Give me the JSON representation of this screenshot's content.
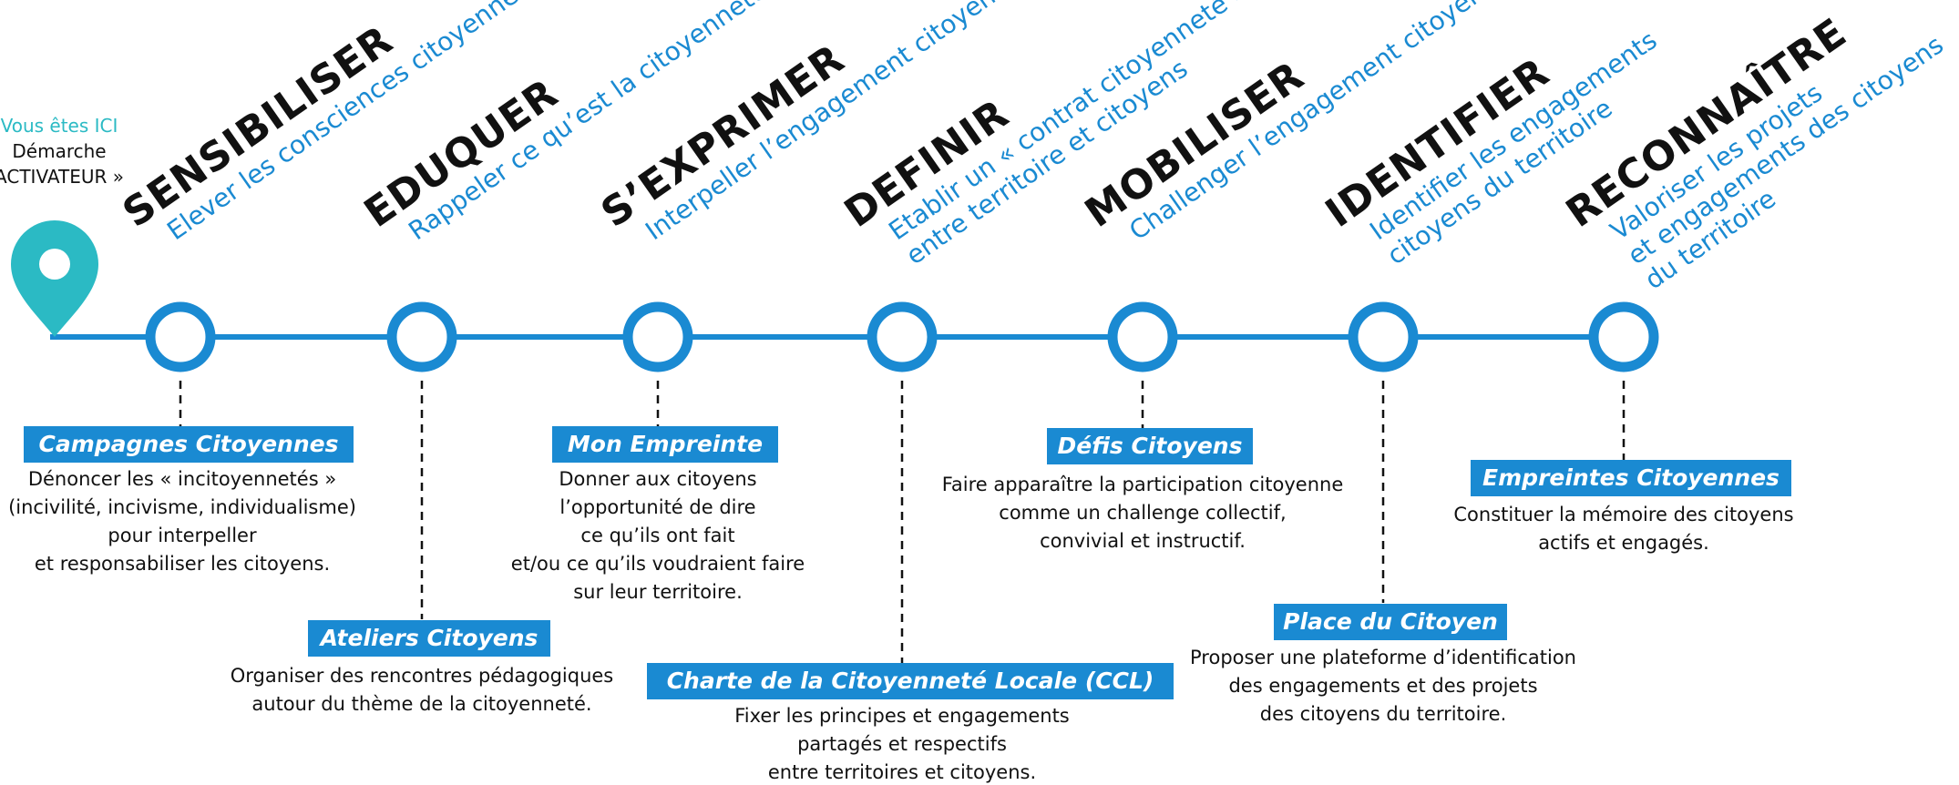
{
  "pin": {
    "line1": "Vous êtes ICI",
    "line2": "Démarche",
    "line3": "ACTIVATEUR »"
  },
  "stages": [
    {
      "title": "SENSIBILISER",
      "subtitle": "Elever les consciences citoyennes"
    },
    {
      "title": "EDUQUER",
      "subtitle": "Rappeler ce qu’est la citoyenneté"
    },
    {
      "title": "S’EXPRIMER",
      "subtitle": "Interpeller l’engagement citoyen"
    },
    {
      "title": "DEFINIR",
      "subtitle": "Etablir un « contrat citoyenneté »\nentre territoire et citoyens"
    },
    {
      "title": "MOBILISER",
      "subtitle": "Challenger l’engagement citoyen"
    },
    {
      "title": "IDENTIFIER",
      "subtitle": "Identifier les engagements\ncitoyens du territoire"
    },
    {
      "title": "RECONNAÎTRE",
      "subtitle": "Valoriser les projets\net engagements des citoyens\ndu territoire"
    }
  ],
  "actions": [
    {
      "label": "Campagnes Citoyennes",
      "text": "Dénoncer les « incitoyennetés »\n(incivilité, incivisme, individualisme)\npour interpeller\net responsabiliser les citoyens."
    },
    {
      "label": "Ateliers Citoyens",
      "text": "Organiser des rencontres pédagogiques\nautour du thème de la citoyenneté."
    },
    {
      "label": "Mon Empreinte",
      "text": "Donner aux citoyens\nl’opportunité de dire\nce qu’ils ont fait\net/ou ce qu’ils voudraient faire\nsur leur territoire."
    },
    {
      "label": "Charte de la Citoyenneté Locale (CCL)",
      "text": "Fixer les principes et engagements\npartagés et respectifs\nentre territoires et citoyens."
    },
    {
      "label": "Défis Citoyens",
      "text": "Faire apparaître la participation citoyenne\ncomme un challenge collectif,\nconvivial et instructif."
    },
    {
      "label": "Place du Citoyen",
      "text": "Proposer une plateforme d’identification\ndes engagements et des projets\ndes citoyens du territoire."
    },
    {
      "label": "Empreintes Citoyennes",
      "text": "Constituer la mémoire des citoyens\nactifs et engagés."
    }
  ],
  "colors": {
    "primary": "#1a8ad2",
    "pin": "#2bbac4",
    "text": "#111111"
  }
}
